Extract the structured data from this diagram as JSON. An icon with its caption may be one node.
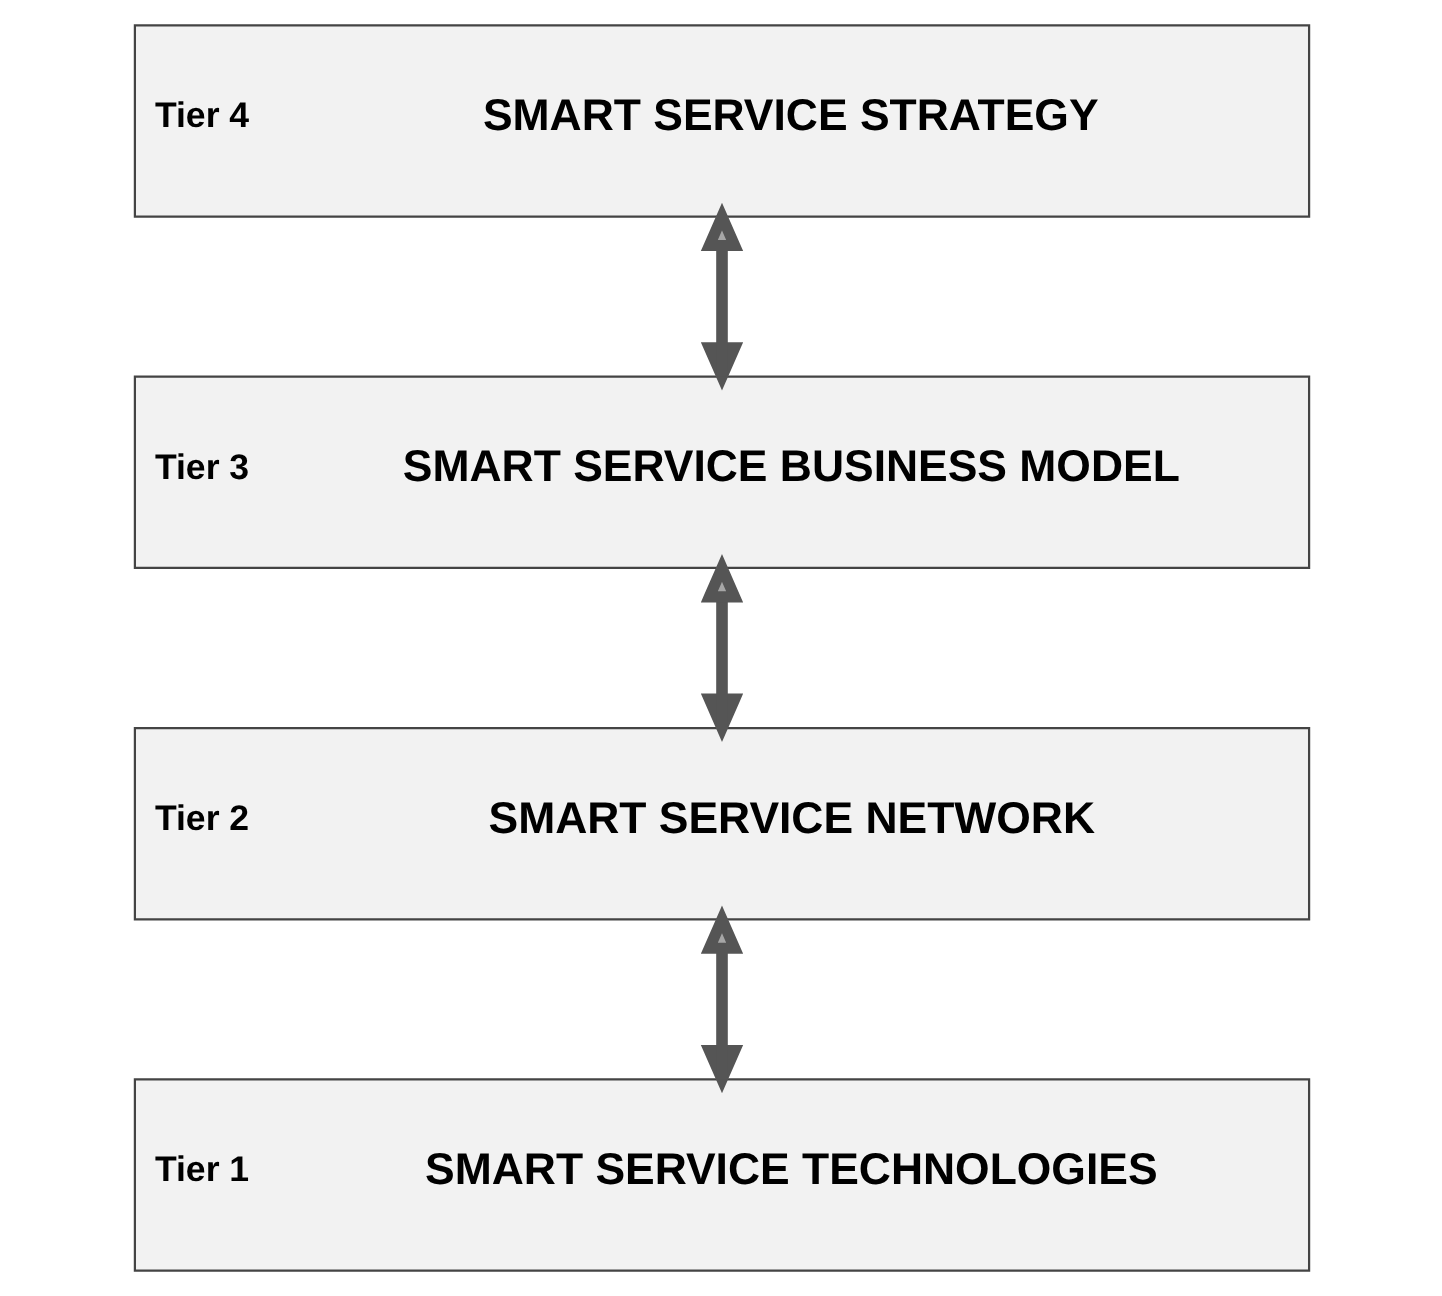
{
  "diagram": {
    "nodes": [
      {
        "text": [
          "Tier 4",
          "SMART SERVICE STRATEGY"
        ]
      },
      {
        "text": [
          "Tier 3",
          "SMART SERVICE BUSINESS MODEL"
        ]
      },
      {
        "text": [
          "Tier 2",
          "SMART SERVICE NETWORK"
        ]
      },
      {
        "text": [
          "Tier 1",
          "SMART SERVICE TECHNOLOGIES"
        ]
      }
    ],
    "edges": [
      {
        "from": 0,
        "to": 1,
        "arrow": "to"
      },
      {
        "from": 1,
        "to": 2,
        "arrow": "to"
      },
      {
        "from": 2,
        "to": 3,
        "arrow": "to"
      },
      {
        "from": 3,
        "to": 2,
        "arrow": "to"
      },
      {
        "from": 2,
        "to": 1,
        "arrow": "to"
      },
      {
        "from": 1,
        "to": 0,
        "arrow": "to"
      }
    ]
  }
}
